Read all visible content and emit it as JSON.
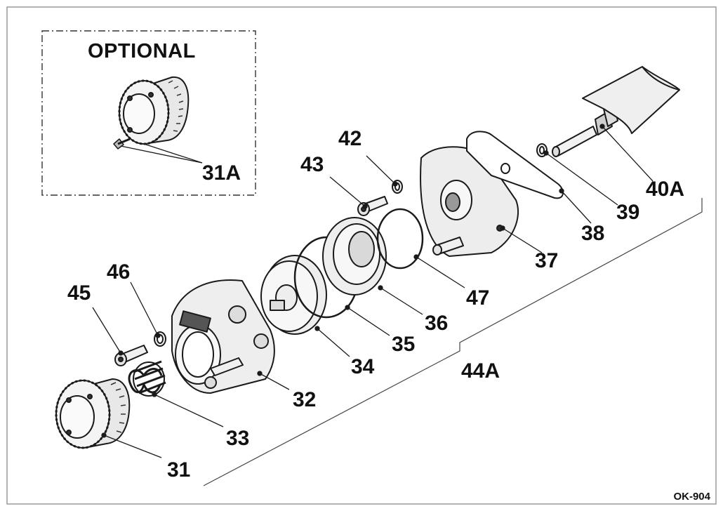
{
  "optional_box": {
    "title": "OPTIONAL",
    "label": "31A"
  },
  "callouts": {
    "p31": "31",
    "p32": "32",
    "p33": "33",
    "p34": "34",
    "p35": "35",
    "p36": "36",
    "p37": "37",
    "p38": "38",
    "p39": "39",
    "p40a": "40A",
    "p42": "42",
    "p43": "43",
    "p44a": "44A",
    "p45": "45",
    "p46": "46",
    "p47": "47"
  },
  "drawing_code": "OK-904",
  "colors": {
    "line": "#1a1a1a",
    "frame": "#9a9a9a",
    "fill_light": "#f2f2f2",
    "fill_mid": "#d9d9d9",
    "fill_dark": "#8c8c8c"
  }
}
